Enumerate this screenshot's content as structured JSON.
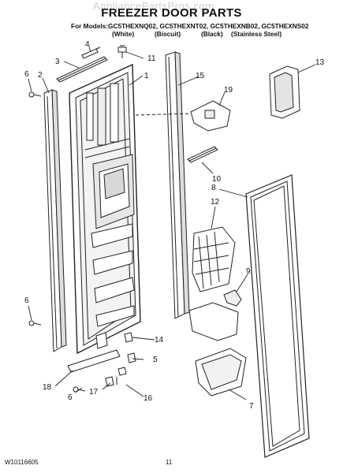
{
  "watermark": "AppliancePartsPros.com",
  "title": "FREEZER DOOR PARTS",
  "models_line": "For Models:GC5THEXNQ02, GC5THEXNT02, GC5THEXNB02, GC5THEXNS02",
  "color_labels": [
    "(White)",
    "(Biscuit)",
    "(Black)",
    "(Stainless Steel)"
  ],
  "callouts": [
    "1",
    "2",
    "3",
    "4",
    "5",
    "6",
    "6",
    "7",
    "8",
    "9",
    "10",
    "11",
    "12",
    "13",
    "14",
    "15",
    "16",
    "17",
    "18",
    "19"
  ],
  "footer": {
    "doc_number": "W10116605",
    "page_number": "11"
  }
}
